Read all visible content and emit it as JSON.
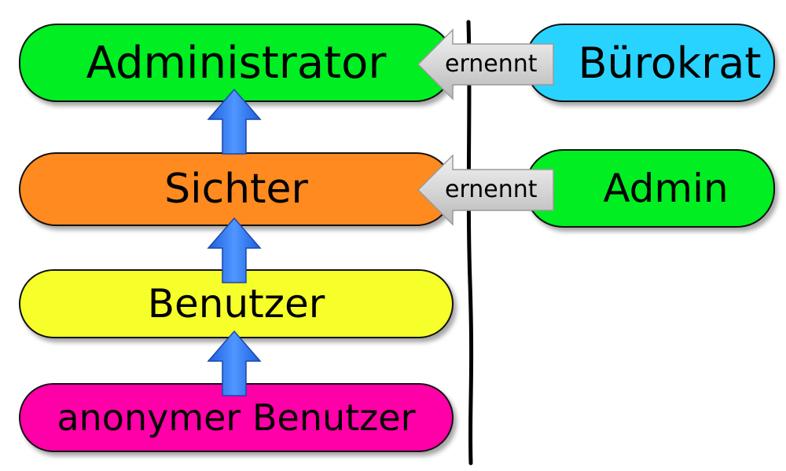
{
  "roles": {
    "administrator": "Administrator",
    "sichter": "Sichter",
    "benutzer": "Benutzer",
    "anonymer_benutzer": "anonymer Benutzer",
    "buerokrat": "Bürokrat",
    "admin": "Admin"
  },
  "appoints": {
    "top": "ernennt",
    "middle": "ernennt"
  },
  "colors": {
    "administrator": "#00ee22",
    "sichter": "#ff8a1f",
    "benutzer": "#f6ff2a",
    "anonymer_benutzer": "#ff00a8",
    "buerokrat": "#29d3ff",
    "admin": "#00ee22",
    "arrow_blue": "#2f7cf6",
    "arrow_grey": "#d8d8d8"
  }
}
